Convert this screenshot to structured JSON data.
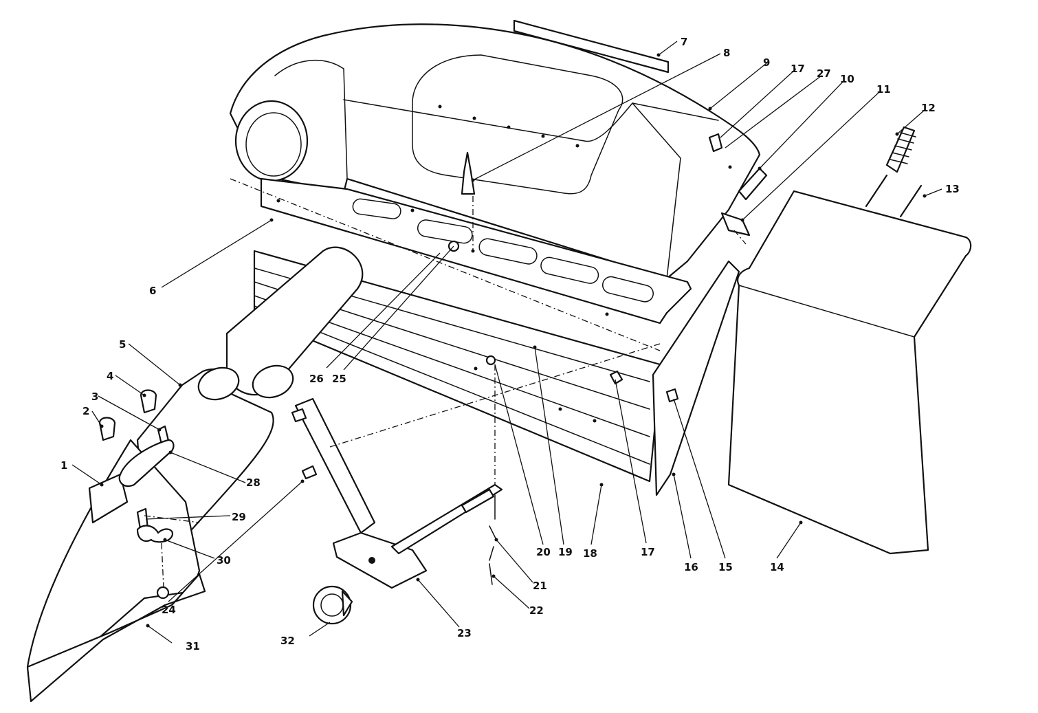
{
  "callouts": [
    {
      "label": "1"
    },
    {
      "label": "2"
    },
    {
      "label": "3"
    },
    {
      "label": "4"
    },
    {
      "label": "5"
    },
    {
      "label": "6"
    },
    {
      "label": "7"
    },
    {
      "label": "8"
    },
    {
      "label": "9"
    },
    {
      "label": "17"
    },
    {
      "label": "27"
    },
    {
      "label": "10"
    },
    {
      "label": "11"
    },
    {
      "label": "12"
    },
    {
      "label": "13"
    },
    {
      "label": "14"
    },
    {
      "label": "15"
    },
    {
      "label": "16"
    },
    {
      "label": "17"
    },
    {
      "label": "18"
    },
    {
      "label": "19"
    },
    {
      "label": "20"
    },
    {
      "label": "21"
    },
    {
      "label": "22"
    },
    {
      "label": "23"
    },
    {
      "label": "24"
    },
    {
      "label": "25"
    },
    {
      "label": "26"
    },
    {
      "label": "28"
    },
    {
      "label": "29"
    },
    {
      "label": "30"
    },
    {
      "label": "31"
    },
    {
      "label": "32"
    }
  ]
}
